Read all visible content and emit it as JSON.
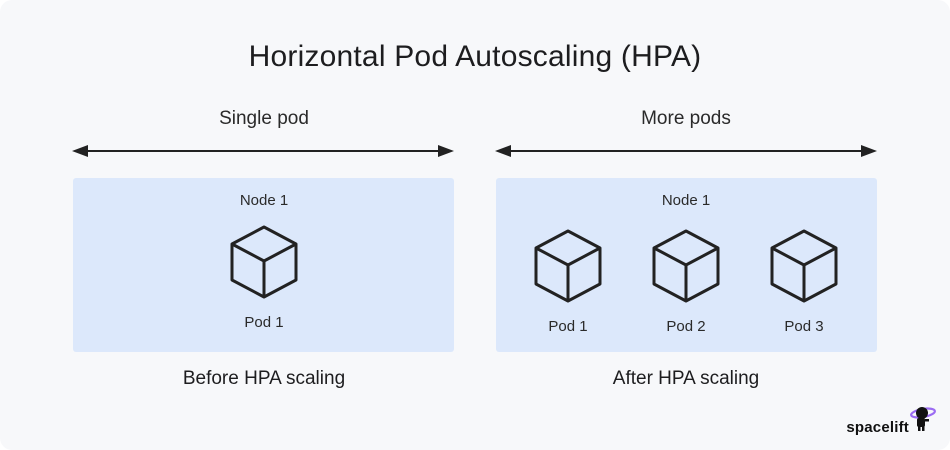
{
  "title": "Horizontal Pod Autoscaling (HPA)",
  "left": {
    "span_label": "Single pod",
    "node_label": "Node 1",
    "pods": [
      "Pod 1"
    ],
    "caption": "Before HPA scaling"
  },
  "right": {
    "span_label": "More pods",
    "node_label": "Node 1",
    "pods": [
      "Pod 1",
      "Pod 2",
      "Pod 3"
    ],
    "caption": "After HPA scaling"
  },
  "brand": {
    "name": "spacelift",
    "logo_icon": "spacelift-astronaut-logo"
  },
  "colors": {
    "node_fill": "#dce8fb",
    "background": "#f7f8fa",
    "stroke": "#222222"
  }
}
